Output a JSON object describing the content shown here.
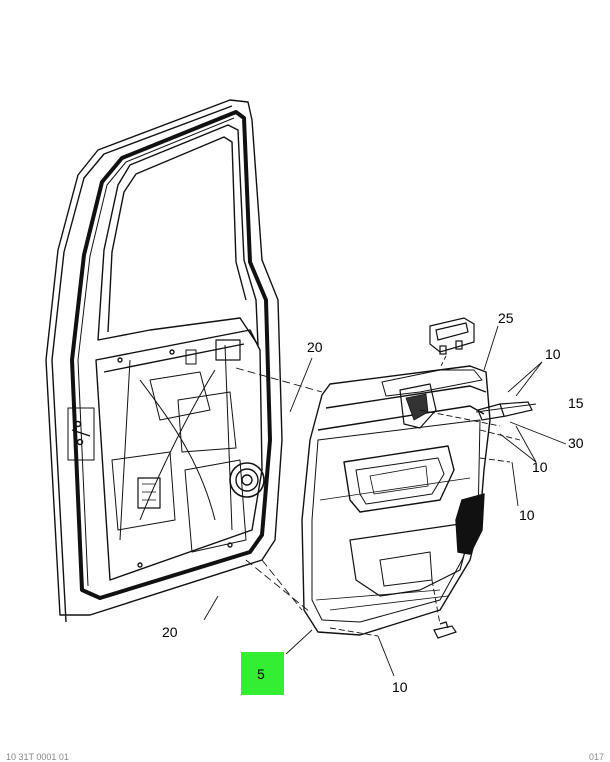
{
  "callouts": {
    "c25": "25",
    "c20_top": "20",
    "c10_top": "10",
    "c15": "15",
    "c30": "30",
    "c10_mid": "10",
    "c10_right": "10",
    "c20_bottom": "20",
    "c10_bottom": "10",
    "c5": "5"
  },
  "highlight": {
    "label": "5",
    "color": "#33ee33"
  },
  "footer": {
    "left": "10 31T 0001 01",
    "right": "017"
  }
}
